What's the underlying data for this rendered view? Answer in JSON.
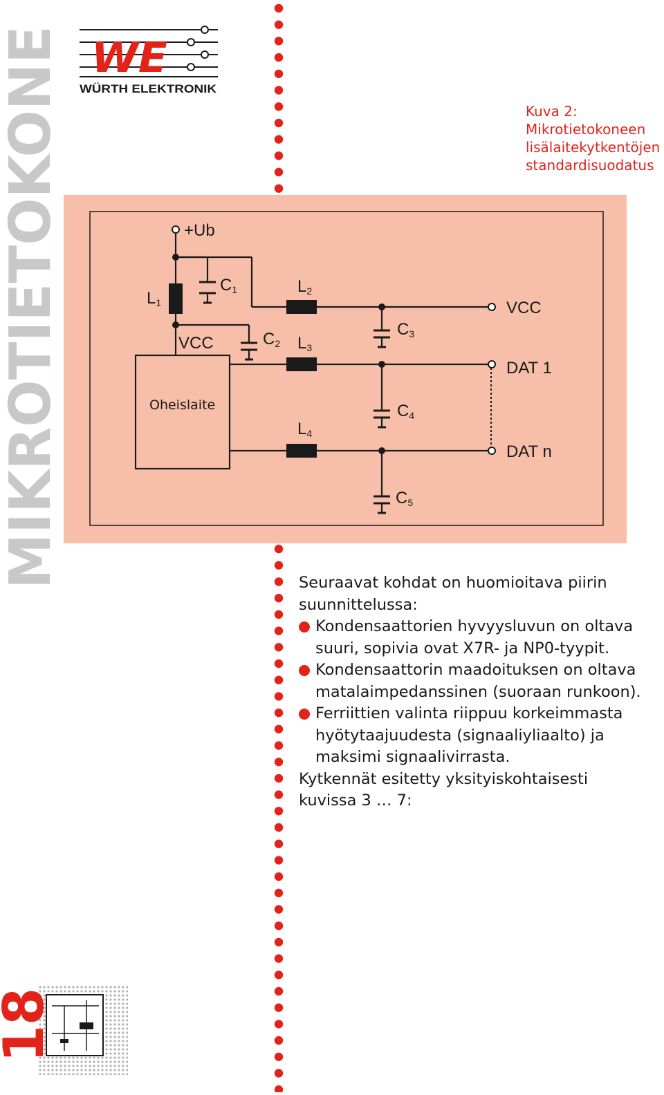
{
  "side_title": "MIKROTIETOKONE",
  "logo": {
    "mark": "WE",
    "company": "WÜRTH ELEKTRONIK"
  },
  "caption": {
    "lines": [
      "Kuva 2:",
      "Mikrotietokoneen",
      "lisälaitekytkentöjen",
      "standardisuodatus"
    ]
  },
  "diagram": {
    "supply": "+Ub",
    "device": "Oheislaite",
    "device_pin": "VCC",
    "outputs": {
      "vcc": "VCC",
      "dat1": "DAT 1",
      "datn": "DAT n"
    },
    "components": {
      "L1": {
        "base": "L",
        "sub": "1"
      },
      "L2": {
        "base": "L",
        "sub": "2"
      },
      "L3": {
        "base": "L",
        "sub": "3"
      },
      "L4": {
        "base": "L",
        "sub": "4"
      },
      "C1": {
        "base": "C",
        "sub": "1"
      },
      "C2": {
        "base": "C",
        "sub": "2"
      },
      "C3": {
        "base": "C",
        "sub": "3"
      },
      "C4": {
        "base": "C",
        "sub": "4"
      },
      "C5": {
        "base": "C",
        "sub": "5"
      }
    },
    "colors": {
      "background": "#f7bfaa",
      "line": "#1a1a1a",
      "inductor": "#1a1a1a"
    }
  },
  "body": {
    "intro": [
      "Seuraavat kohdat on huomioitava piirin",
      "suunnittelussa:"
    ],
    "bullets": [
      [
        "Kondensaattorien hyvyysluvun on oltava",
        "suuri, sopivia ovat X7R- ja NP0-tyypit."
      ],
      [
        "Kondensaattorin maadoituksen on oltava",
        "matalaimpedanssinen (suoraan runkoon)."
      ],
      [
        "Ferriittien valinta riippuu korkeimmasta",
        "hyötytaajuudesta (signaaliyliaalto) ja",
        "maksimi signaalivirrasta."
      ]
    ],
    "outro": [
      "Kytkennät esitetty yksityiskohtaisesti",
      "kuvissa 3 … 7:"
    ]
  },
  "page_number": "18",
  "colors": {
    "accent_red": "#e2231a",
    "side_title_gray": "#c8c8c8"
  }
}
